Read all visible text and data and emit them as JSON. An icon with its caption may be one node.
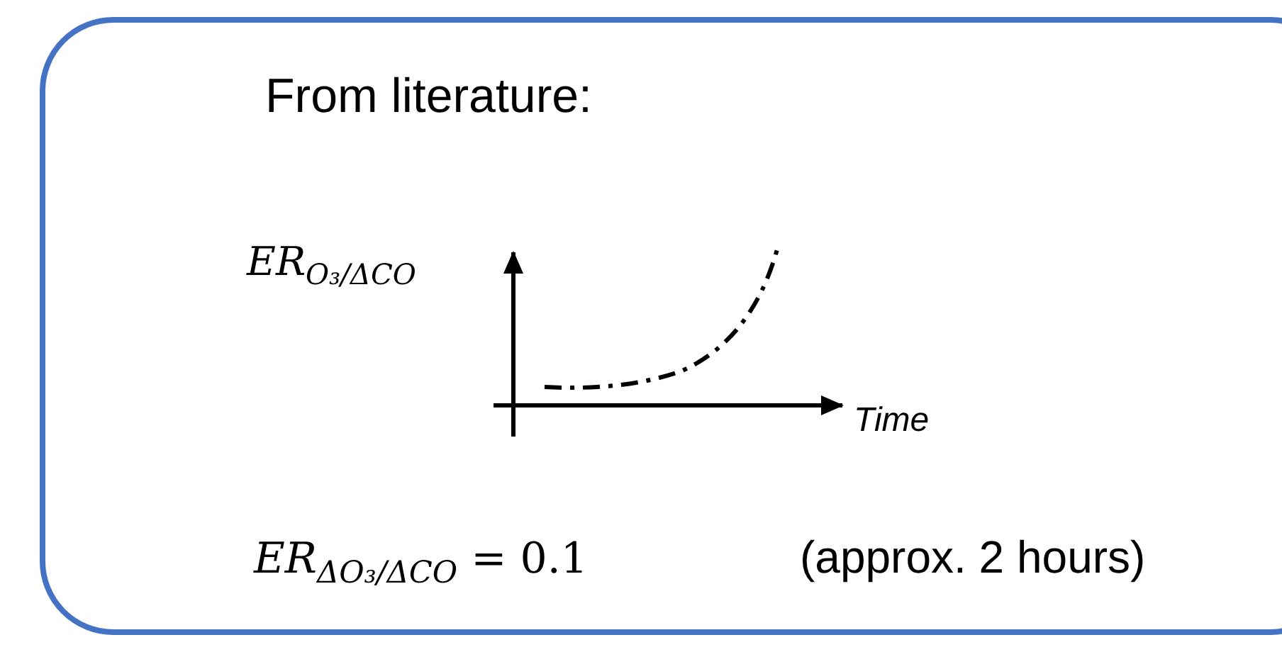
{
  "diagram": {
    "nodes": [
      {
        "text": [
          "From literature:",
          "*ER*$_{O₃/ΔCO}$",
          "*Time*",
          "*ER*$_{ΔO₃/ΔCO}$ = 0.1",
          "(approx. 2 hours)"
        ]
      }
    ]
  }
}
